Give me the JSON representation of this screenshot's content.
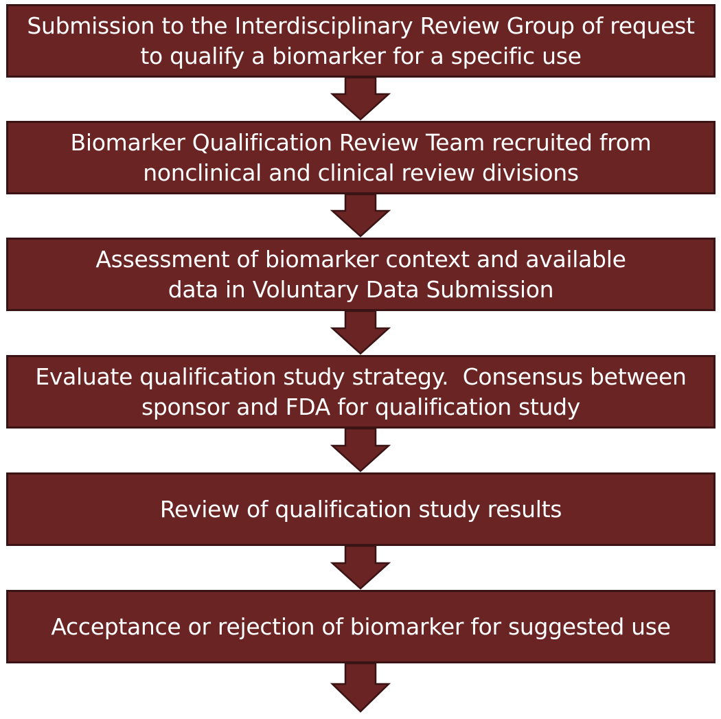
{
  "diagram": {
    "steps": [
      {
        "line1": "Submission to the Interdisciplinary Review Group of request",
        "line2": "to qualify a biomarker for a specific use"
      },
      {
        "line1": "Biomarker Qualification Review Team recruited from",
        "line2": "nonclinical and clinical review divisions"
      },
      {
        "line1": "Assessment of biomarker context and available",
        "line2": "data in Voluntary Data Submission"
      },
      {
        "line1": "Evaluate qualification study strategy.  Consensus between",
        "line2": "sponsor and FDA for qualification study"
      },
      {
        "line1": "Review of qualification study results",
        "line2": ""
      },
      {
        "line1": "Acceptance or rejection of biomarker for suggested use",
        "line2": ""
      }
    ],
    "colors": {
      "box_fill": "#6a2424",
      "box_border": "#3a1414",
      "text": "#ffffff"
    }
  }
}
